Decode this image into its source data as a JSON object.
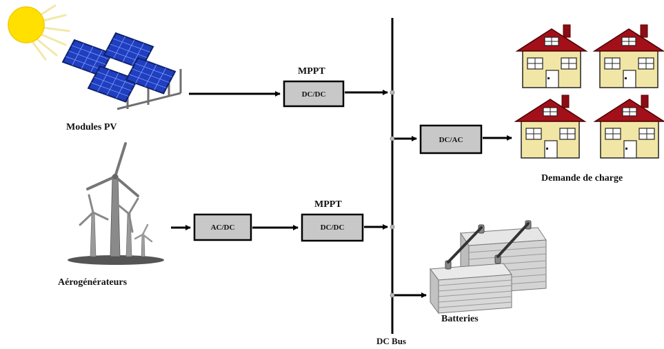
{
  "sources": {
    "pv_label": "Modules PV",
    "wind_label": "Aérogénérateurs"
  },
  "converters": {
    "pv_mppt_label": "MPPT",
    "pv_dcdc_label": "DC/DC",
    "wind_acdc_label": "AC/DC",
    "wind_mppt_label": "MPPT",
    "wind_dcdc_label": "DC/DC",
    "load_dcac_label": "DC/AC"
  },
  "bus": {
    "label": "DC Bus"
  },
  "loads": {
    "demand_label": "Demande de charge"
  },
  "storage": {
    "batteries_label": "Batteries"
  },
  "colors": {
    "box_fill": "#c8c8c8",
    "sun": "#ffe000",
    "panel": "#1f3fbf",
    "roof": "#a3101a",
    "wall": "#f2e6a6"
  }
}
